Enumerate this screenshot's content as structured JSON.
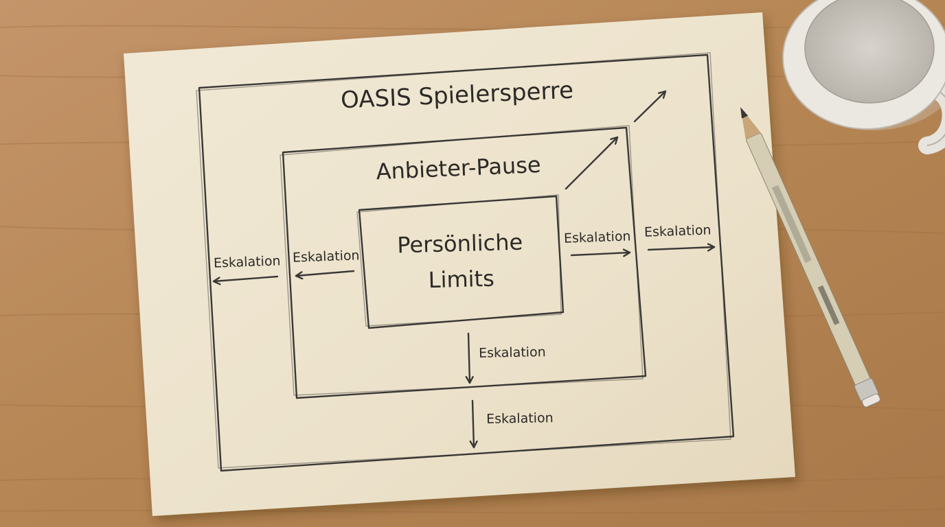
{
  "diagram": {
    "outer_label": "OASIS Spielersperre",
    "middle_label": "Anbieter-Pause",
    "inner_label_line1": "Persönliche",
    "inner_label_line2": "Limits",
    "arrows": {
      "inner_left": "Eskalation",
      "inner_right": "Eskalation",
      "inner_down": "Eskalation",
      "outer_left": "Eskalation",
      "outer_right": "Eskalation",
      "outer_down": "Eskalation"
    }
  },
  "colors": {
    "wood": "#b98a58",
    "paper": "#efe6d2",
    "pencil": "#3a3835",
    "ink": "#2c2a27"
  },
  "props": [
    "coffee-mug",
    "pencil"
  ]
}
